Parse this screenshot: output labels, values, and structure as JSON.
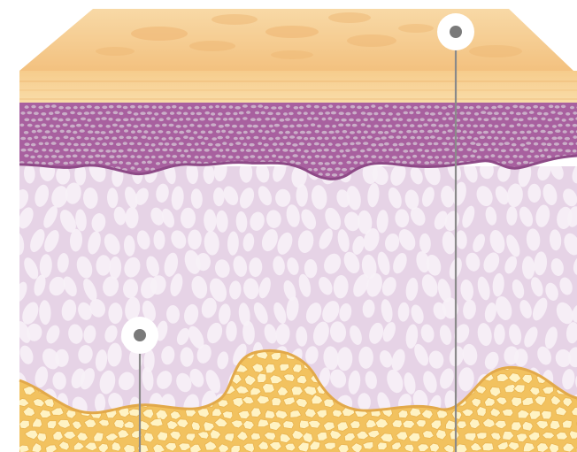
{
  "diagram": {
    "layers": [
      {
        "id": "surface",
        "color": "#f4c98a"
      },
      {
        "id": "epidermis",
        "color": "#a8609f"
      },
      {
        "id": "dermis",
        "color": "#e6d3e6"
      },
      {
        "id": "fat",
        "color": "#f7d98c"
      }
    ],
    "markers": [
      {
        "id": "marker-top"
      },
      {
        "id": "marker-bottom"
      }
    ],
    "colors": {
      "leader_line": "#8a8a8a",
      "marker_ring": "#ffffff",
      "marker_dot": "#7a7a7a",
      "cell_light": "#f7f1f7",
      "fat_cell": "#fff3c4",
      "fat_border": "#e9b451",
      "epi_dot": "#d6c8d6"
    }
  }
}
